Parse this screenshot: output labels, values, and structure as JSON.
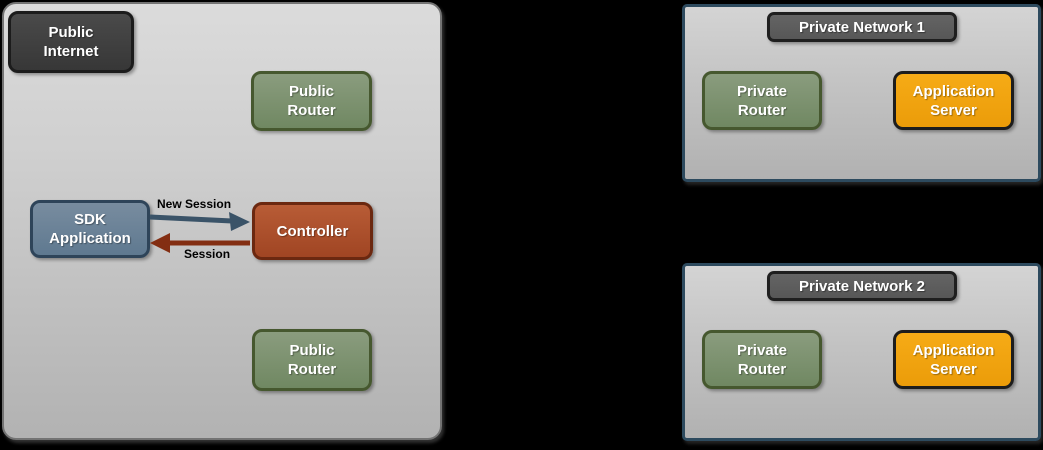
{
  "public_zone": {
    "internet_badge": "Public Internet",
    "router_top": "Public Router",
    "sdk_application": "SDK Application",
    "controller": "Controller",
    "router_bottom": "Public Router",
    "flows": {
      "new_session": "New Session",
      "session": "Session"
    }
  },
  "private_networks": [
    {
      "title": "Private Network 1",
      "router": "Private Router",
      "server": "Application Server"
    },
    {
      "title": "Private Network 2",
      "router": "Private Router",
      "server": "Application Server"
    }
  ],
  "colors": {
    "page_background": "#000000",
    "zone_fill": "#c6c6c6",
    "zone_border": "#737373",
    "network_border": "#2d4a5e",
    "public_internet_fill": "#3f3f3f",
    "router_green_fill": "#7d9472",
    "router_green_border": "#46582f",
    "sdk_fill": "#6d8499",
    "sdk_border": "#2e4459",
    "controller_fill": "#ad4f2d",
    "controller_border": "#6b2810",
    "app_server_fill": "#f2a50f",
    "app_server_border": "#1d1d1d",
    "network_title_fill": "#5e5e5e",
    "new_session_arrow": "#3a5368",
    "session_arrow": "#832e12"
  }
}
